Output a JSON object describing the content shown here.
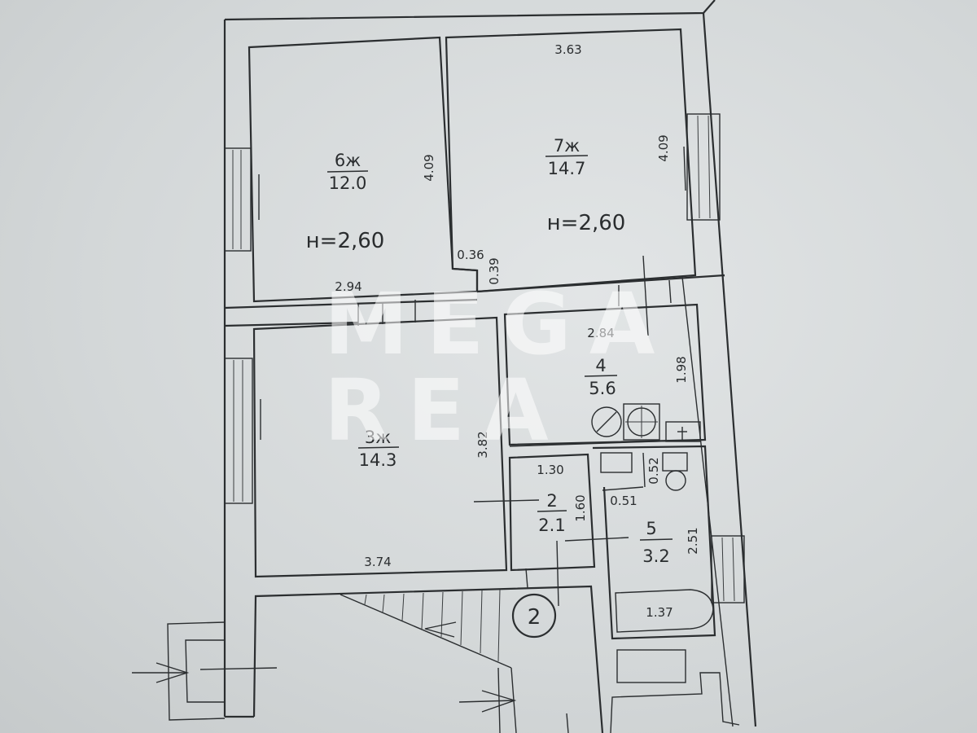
{
  "rooms": {
    "r6": {
      "name": "6ж",
      "area": "12.0",
      "height": "н=2,60",
      "dim_side": "4.09",
      "dim_bottom": "2.94"
    },
    "r7": {
      "name": "7ж",
      "area": "14.7",
      "height": "н=2,60",
      "dim_top": "3.63",
      "dim_side": "4.09",
      "dim_a": "0.36",
      "dim_b": "0.39"
    },
    "r3": {
      "name": "3ж",
      "area": "14.3",
      "dim_side": "3.82",
      "dim_bottom": "3.74"
    },
    "r4": {
      "name": "4",
      "area": "5.6",
      "dim_top": "2.84",
      "dim_side": "1.98"
    },
    "r2": {
      "name": "2",
      "area": "2.1",
      "dim_top": "1.30",
      "dim_side": "1.60"
    },
    "r5": {
      "name": "5",
      "area": "3.2",
      "dim_a": "0.52",
      "dim_b": "0.51",
      "dim_side": "2.51",
      "bath": "1.37"
    }
  },
  "marker": "2",
  "watermark": {
    "line1": "MEGA",
    "line2": "REA"
  }
}
